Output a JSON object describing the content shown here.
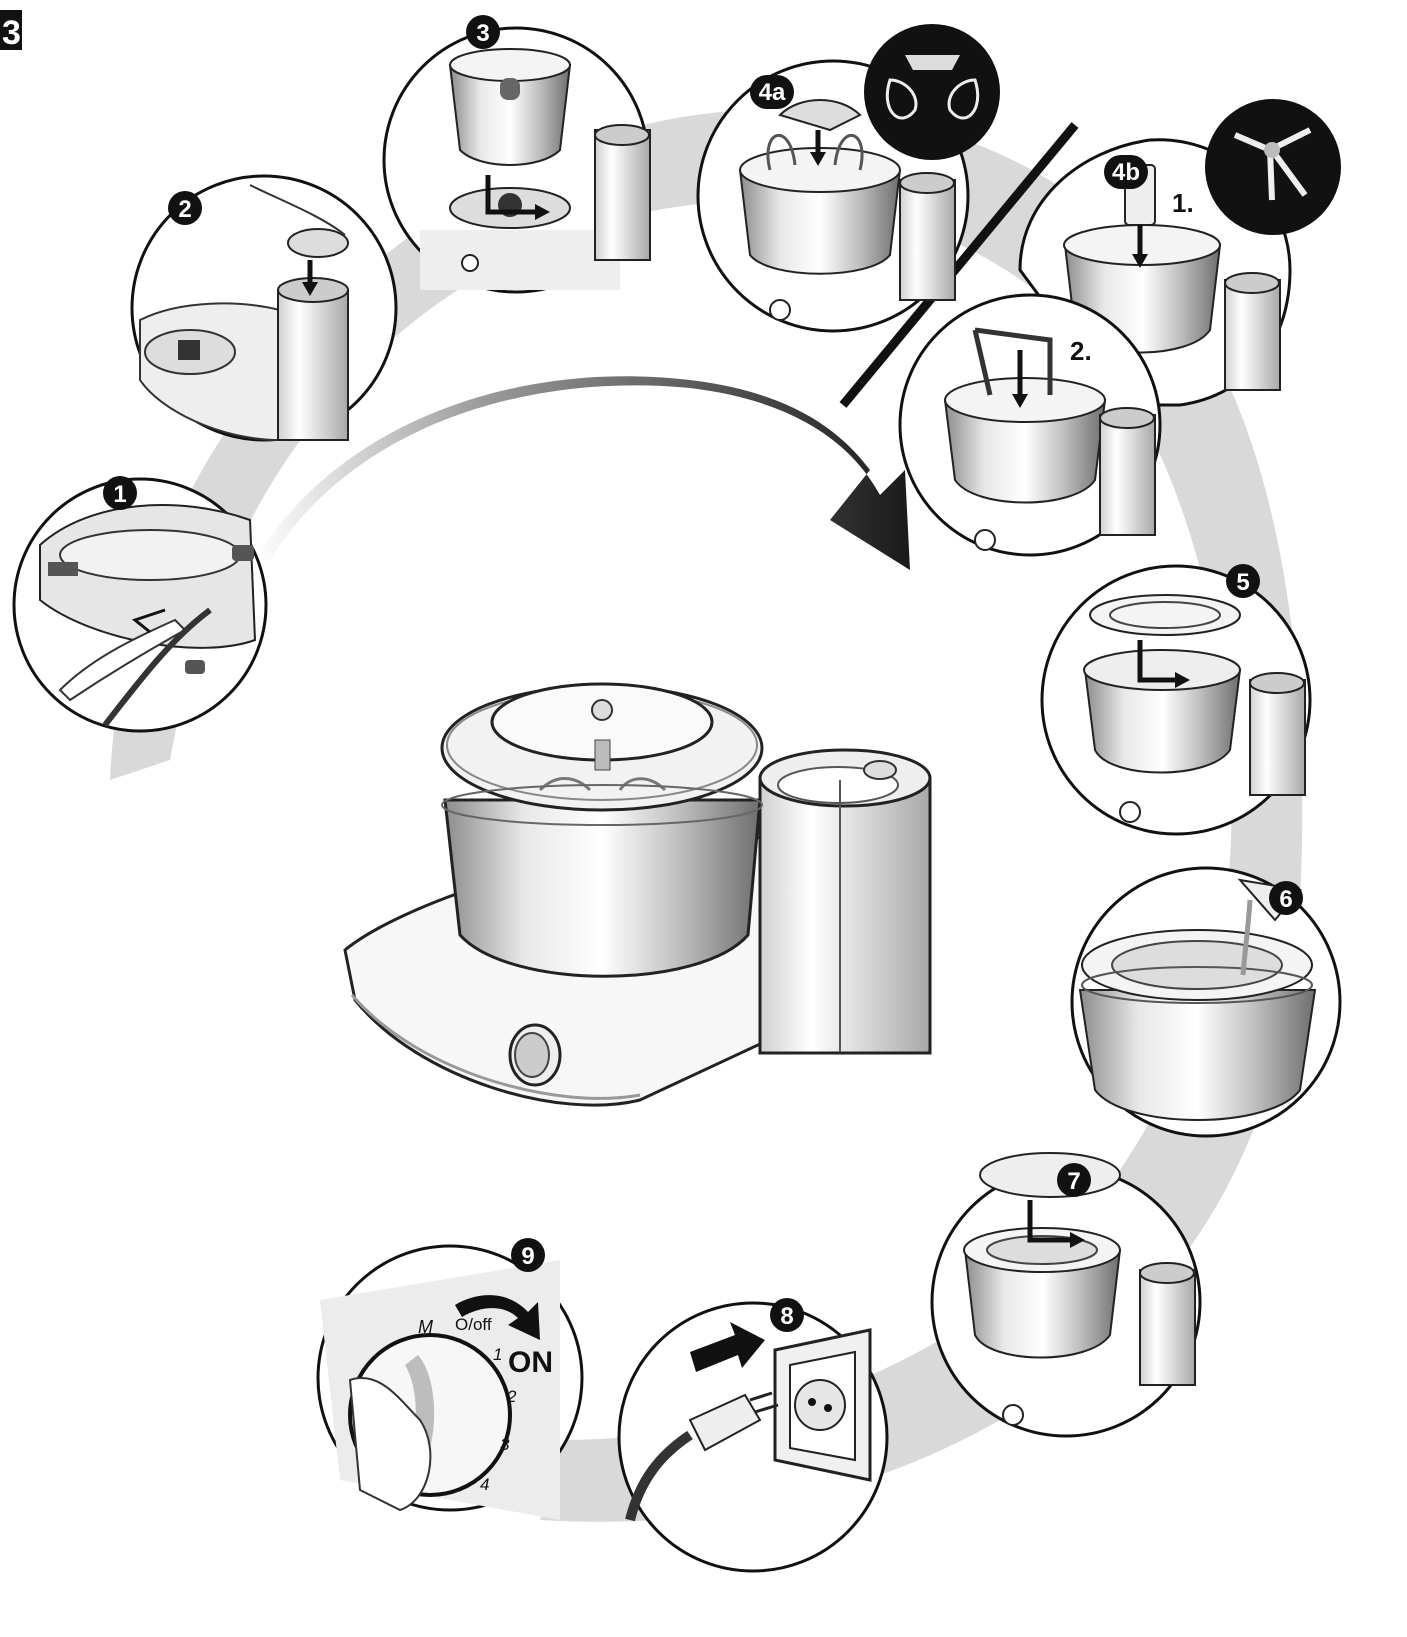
{
  "figure": {
    "number": "3"
  },
  "steps": [
    {
      "id": "1",
      "text": "1"
    },
    {
      "id": "2",
      "text": "2"
    },
    {
      "id": "3",
      "text": "3"
    },
    {
      "id": "4a",
      "text": "4a"
    },
    {
      "id": "4b",
      "text": "4b"
    },
    {
      "id": "5",
      "text": "5"
    },
    {
      "id": "6",
      "text": "6"
    },
    {
      "id": "7",
      "text": "7"
    },
    {
      "id": "8",
      "text": "8"
    },
    {
      "id": "9",
      "text": "9"
    }
  ],
  "step4b": {
    "sub1": "1.",
    "sub2": "2."
  },
  "dial": {
    "m": "M",
    "off": "O/off",
    "s1": "1",
    "s2": "2",
    "s3": "3",
    "s4": "4",
    "on": "ON"
  },
  "icons": [
    "flow-arrow-icon",
    "power-plug-icon",
    "wall-socket-icon",
    "rotate-arrow-icon"
  ]
}
